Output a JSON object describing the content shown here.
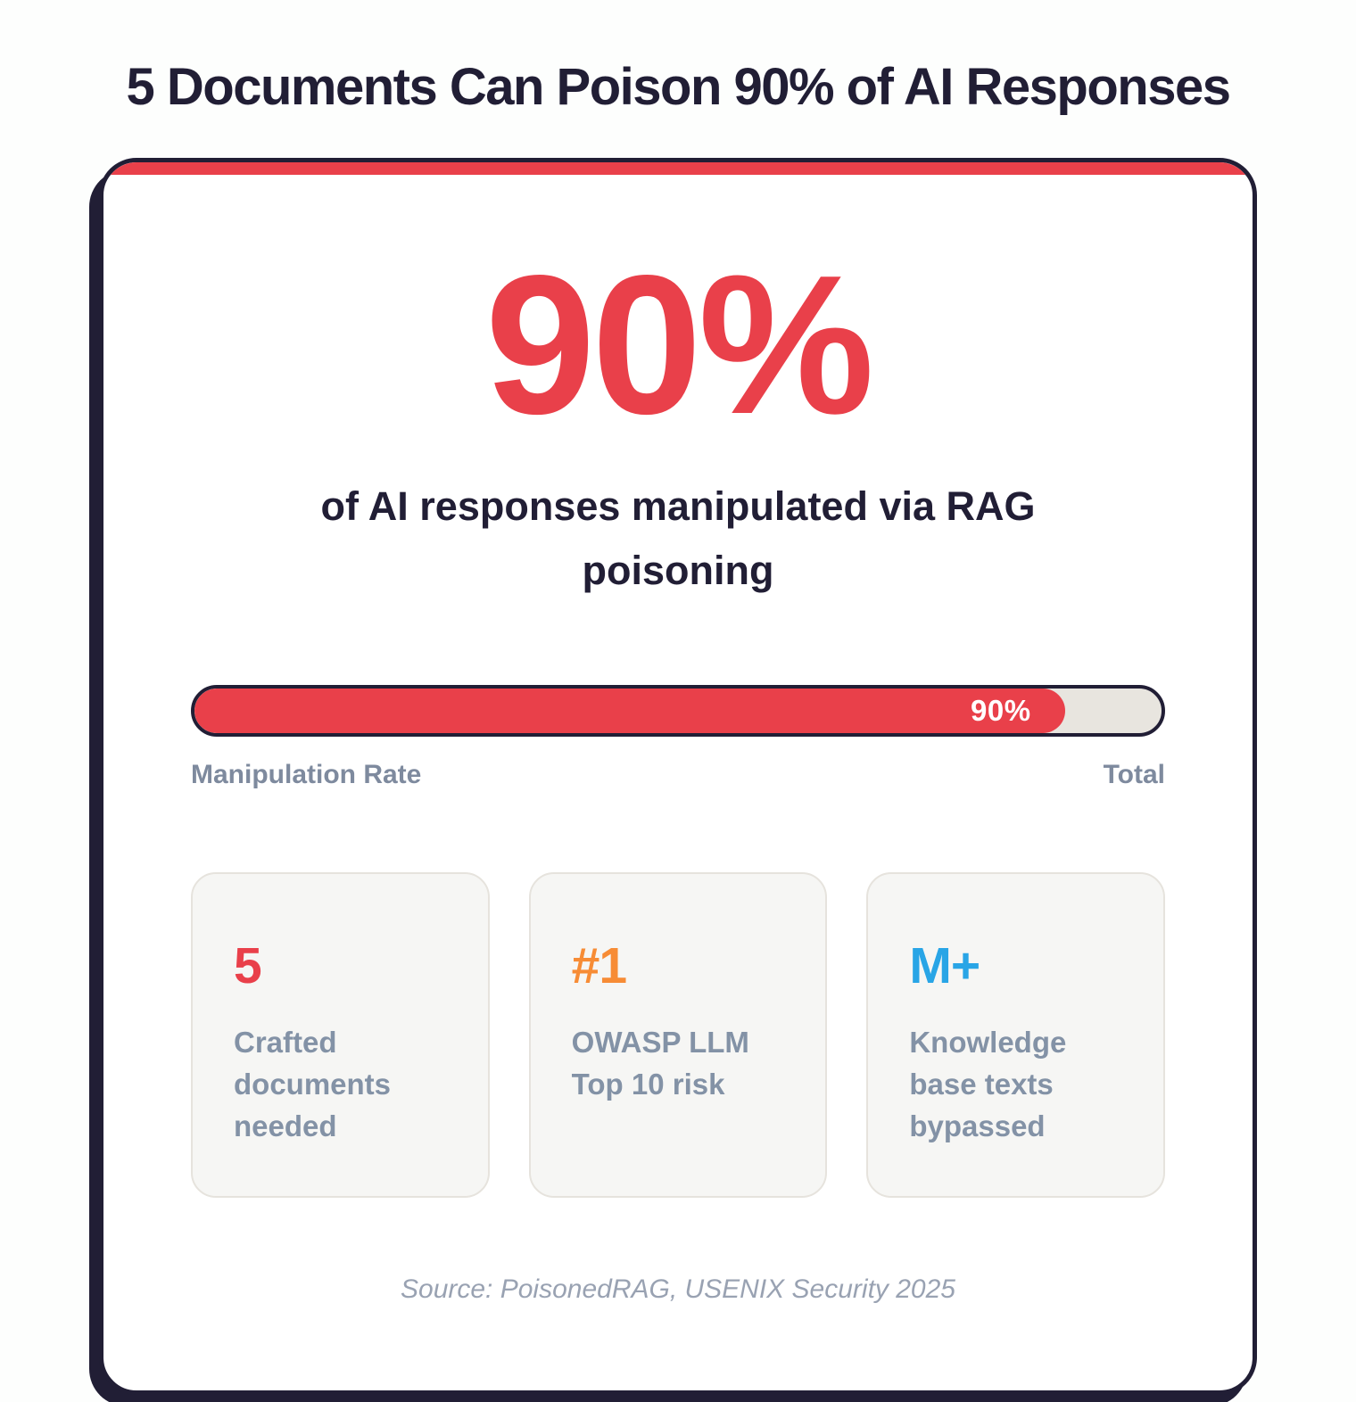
{
  "page": {
    "title": "5 Documents Can Poison 90% of AI Responses"
  },
  "hero": {
    "value": "90%",
    "description": "of AI responses manipulated via RAG poisoning"
  },
  "progress": {
    "value_label": "90%",
    "left_label": "Manipulation Rate",
    "right_label": "Total"
  },
  "stats": [
    {
      "value": "5",
      "label": "Crafted documents needed",
      "color": "#e9404a"
    },
    {
      "value": "#1",
      "label": "OWASP LLM Top 10 risk",
      "color": "#f78c35"
    },
    {
      "value": "M+",
      "label": "Knowledge base texts bypassed",
      "color": "#29a5e6"
    }
  ],
  "source": "Source: PoisonedRAG, USENIX Security 2025",
  "colors": {
    "accent_red": "#e9404a",
    "navy": "#211e35",
    "track_gray": "#e8e5df"
  },
  "chart_data": {
    "type": "bar",
    "title": "5 Documents Can Poison 90% of AI Responses",
    "subtitle": "of AI responses manipulated via RAG poisoning",
    "categories": [
      "Manipulation Rate"
    ],
    "values": [
      90
    ],
    "value_labels": [
      "90%"
    ],
    "xlabel": "Manipulation Rate",
    "axis_end_label": "Total",
    "xlim": [
      0,
      100
    ],
    "bar_color": "#e9404a",
    "track_color": "#e8e5df",
    "key_stats": [
      {
        "value": "5",
        "description": "Crafted documents needed"
      },
      {
        "value": "#1",
        "description": "OWASP LLM Top 10 risk"
      },
      {
        "value": "M+",
        "description": "Knowledge base texts bypassed"
      }
    ],
    "source": "Source: PoisonedRAG, USENIX Security 2025"
  }
}
